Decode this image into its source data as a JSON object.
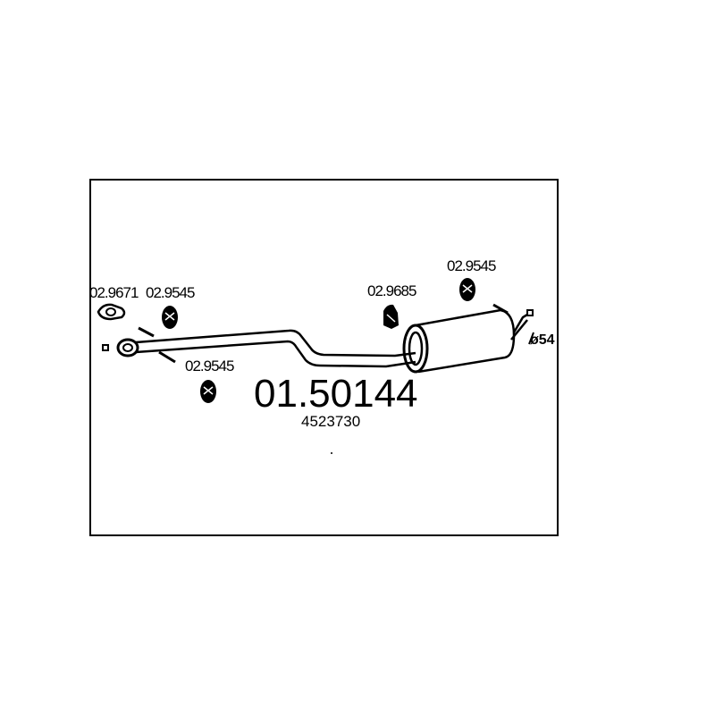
{
  "diagram": {
    "part_number": "01.50144",
    "oem_number": "4523730",
    "diameter_label": "ø54",
    "components": [
      {
        "code": "02.9671",
        "kind": "gasket"
      },
      {
        "code": "02.9545",
        "kind": "rubber-mount"
      },
      {
        "code": "02.9545",
        "kind": "rubber-mount"
      },
      {
        "code": "02.9685",
        "kind": "rubber-mount"
      },
      {
        "code": "02.9545",
        "kind": "rubber-mount"
      }
    ]
  }
}
